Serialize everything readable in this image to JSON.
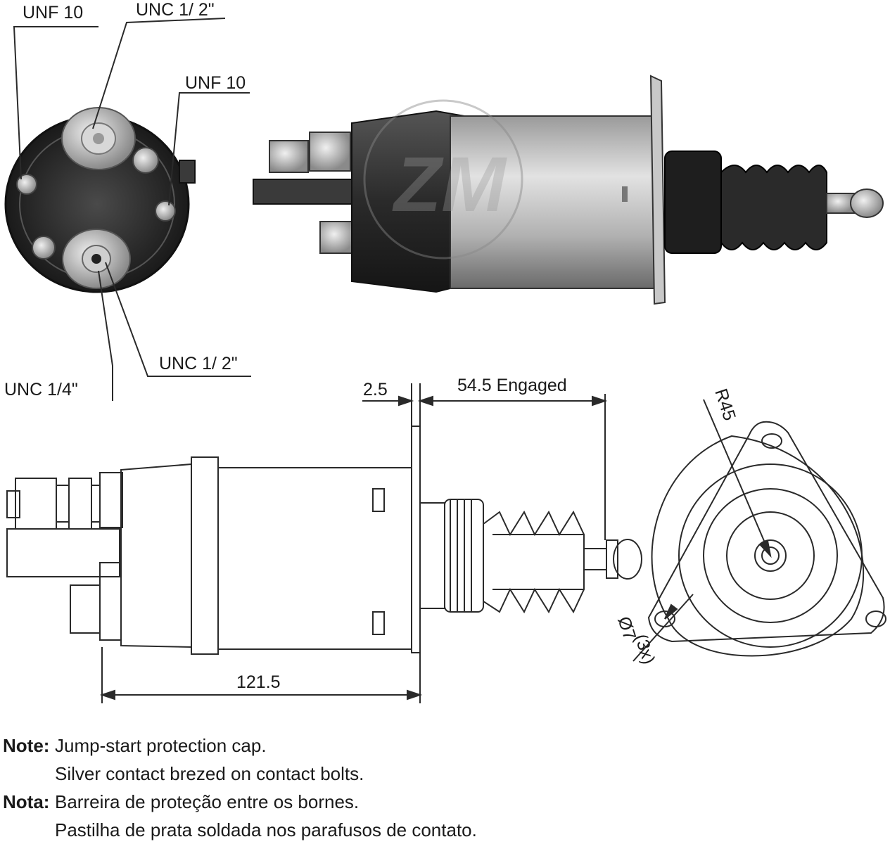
{
  "labels": {
    "end_top_left": "UNF 10",
    "end_top_center": "UNC 1/ 2\"",
    "end_right": "UNF 10",
    "end_bottom_right": "UNC 1/ 2\"",
    "end_bottom_left": "UNC 1/4\""
  },
  "dimensions": {
    "flange_thickness": "2.5",
    "plunger_travel": "54.5 Engaged",
    "body_length": "121.5",
    "radius": "R45",
    "hole_diameter": "Ø7",
    "hole_diameter_alt": "(3x)"
  },
  "watermark": "ZM",
  "notes": {
    "en_key": "Note:",
    "en_line1": "Jump-start protection cap.",
    "en_line2": "Silver contact brezed on contact bolts.",
    "pt_key": "Nota:",
    "pt_line1": "Barreira  de proteção entre os bornes.",
    "pt_line2": "Pastilha de prata soldada nos parafusos de contato."
  },
  "colors": {
    "line": "#2a2a2a",
    "steel": "#b5b5b5",
    "dark_cap": "#2e2e2e"
  }
}
